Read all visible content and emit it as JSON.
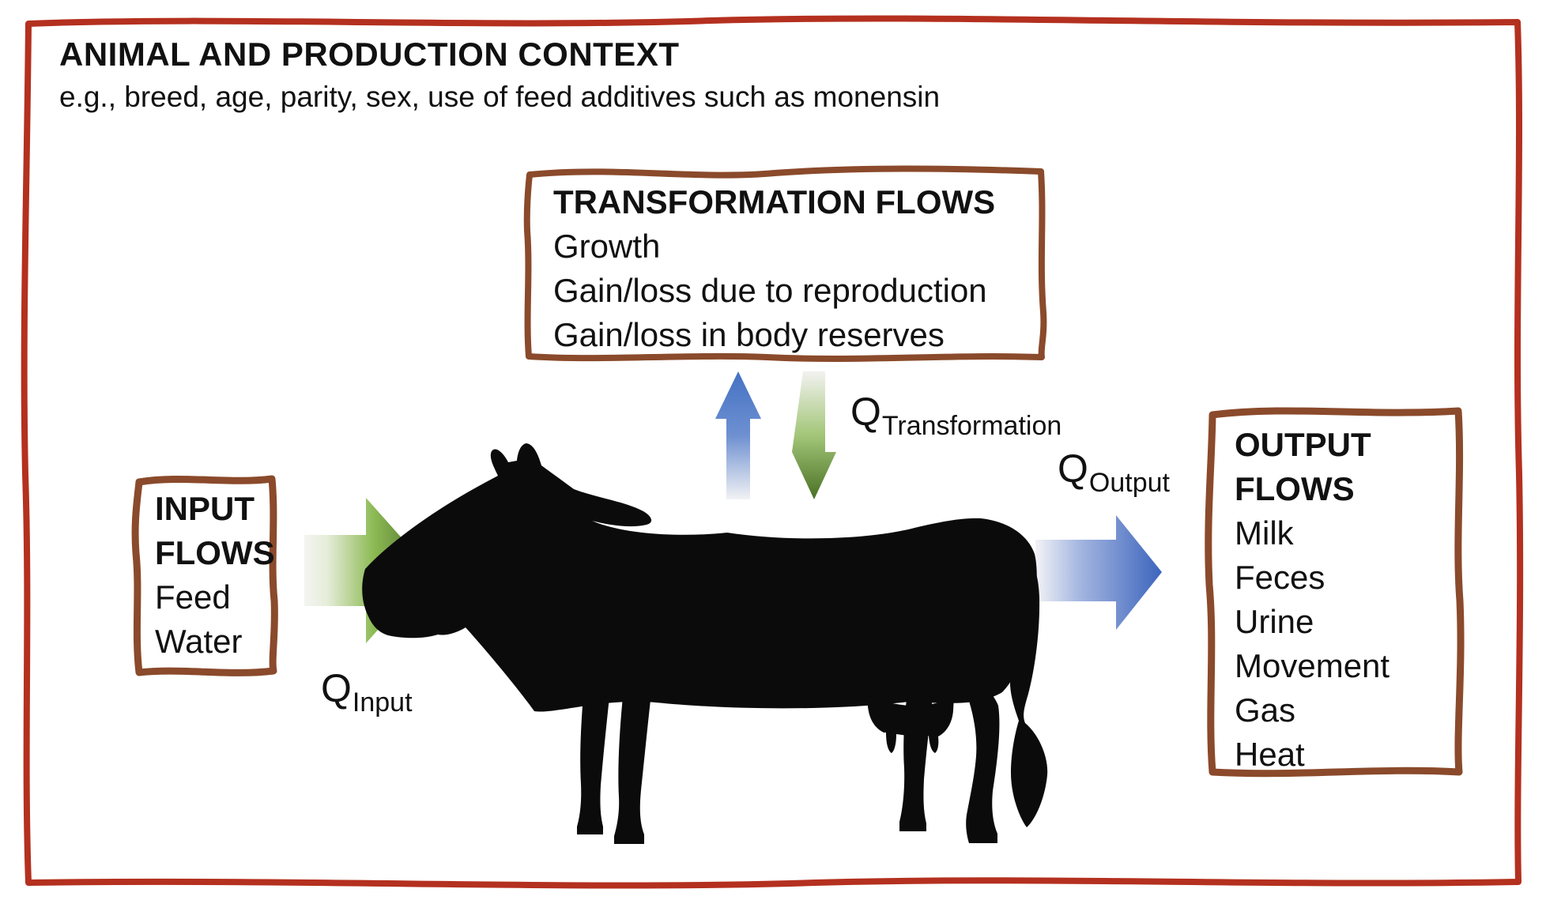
{
  "title": {
    "heading": "ANIMAL AND PRODUCTION CONTEXT",
    "subheading": "e.g., breed, age, parity, sex, use of feed additives such as monensin"
  },
  "boxes": {
    "transformation": {
      "title": "TRANSFORMATION FLOWS",
      "items": [
        "Growth",
        "Gain/loss due to reproduction",
        "Gain/loss in body reserves"
      ]
    },
    "input": {
      "title_line1": "INPUT",
      "title_line2": "FLOWS",
      "items": [
        "Feed",
        "Water"
      ]
    },
    "output": {
      "title_line1": "OUTPUT",
      "title_line2": "FLOWS",
      "items": [
        "Milk",
        "Feces",
        "Urine",
        "Movement",
        "Gas",
        "Heat"
      ]
    }
  },
  "labels": {
    "q_input": {
      "symbol": "Q",
      "subscript": "Input"
    },
    "q_transformation": {
      "symbol": "Q",
      "subscript": "Transformation"
    },
    "q_output": {
      "symbol": "Q",
      "subscript": "Output"
    }
  },
  "icons": {
    "animal": "dairy-cow-silhouette",
    "input_arrow": "right-arrow-green-gradient",
    "output_arrow": "right-arrow-blue-gradient",
    "transformation_up_arrow": "up-arrow-blue-gradient",
    "transformation_down_arrow": "down-arrow-green-gradient"
  },
  "colors": {
    "frame_red": "#b4301f",
    "box_brown": "#8a4a2b",
    "arrow_green_dark": "#4a6e26",
    "arrow_blue": "#4472c4",
    "cow_black": "#0b0b0b",
    "text": "#111111",
    "background": "#ffffff"
  }
}
